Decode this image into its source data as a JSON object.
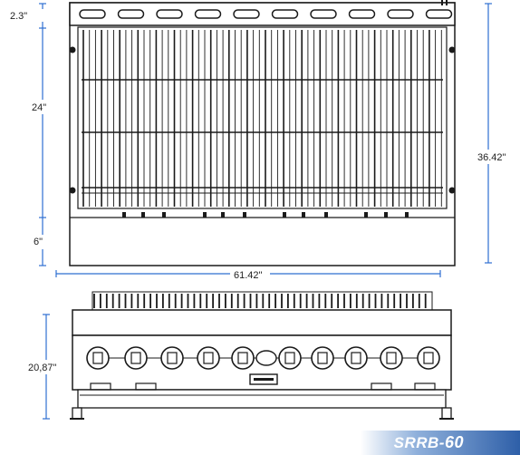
{
  "dimensions": {
    "top_height": "2.3\"",
    "grate_height": "24\"",
    "base_height": "6\"",
    "overall_depth": "36.42\"",
    "overall_width": "61.42\"",
    "front_height": "20,87\""
  },
  "model": {
    "prefix": "SRRB-",
    "suffix": "60"
  },
  "colors": {
    "line": "#1a1a1a",
    "dimension_line": "#2e6fd1",
    "badge_dark": "#2e5fa8",
    "badge_light": "#8fb0db"
  }
}
